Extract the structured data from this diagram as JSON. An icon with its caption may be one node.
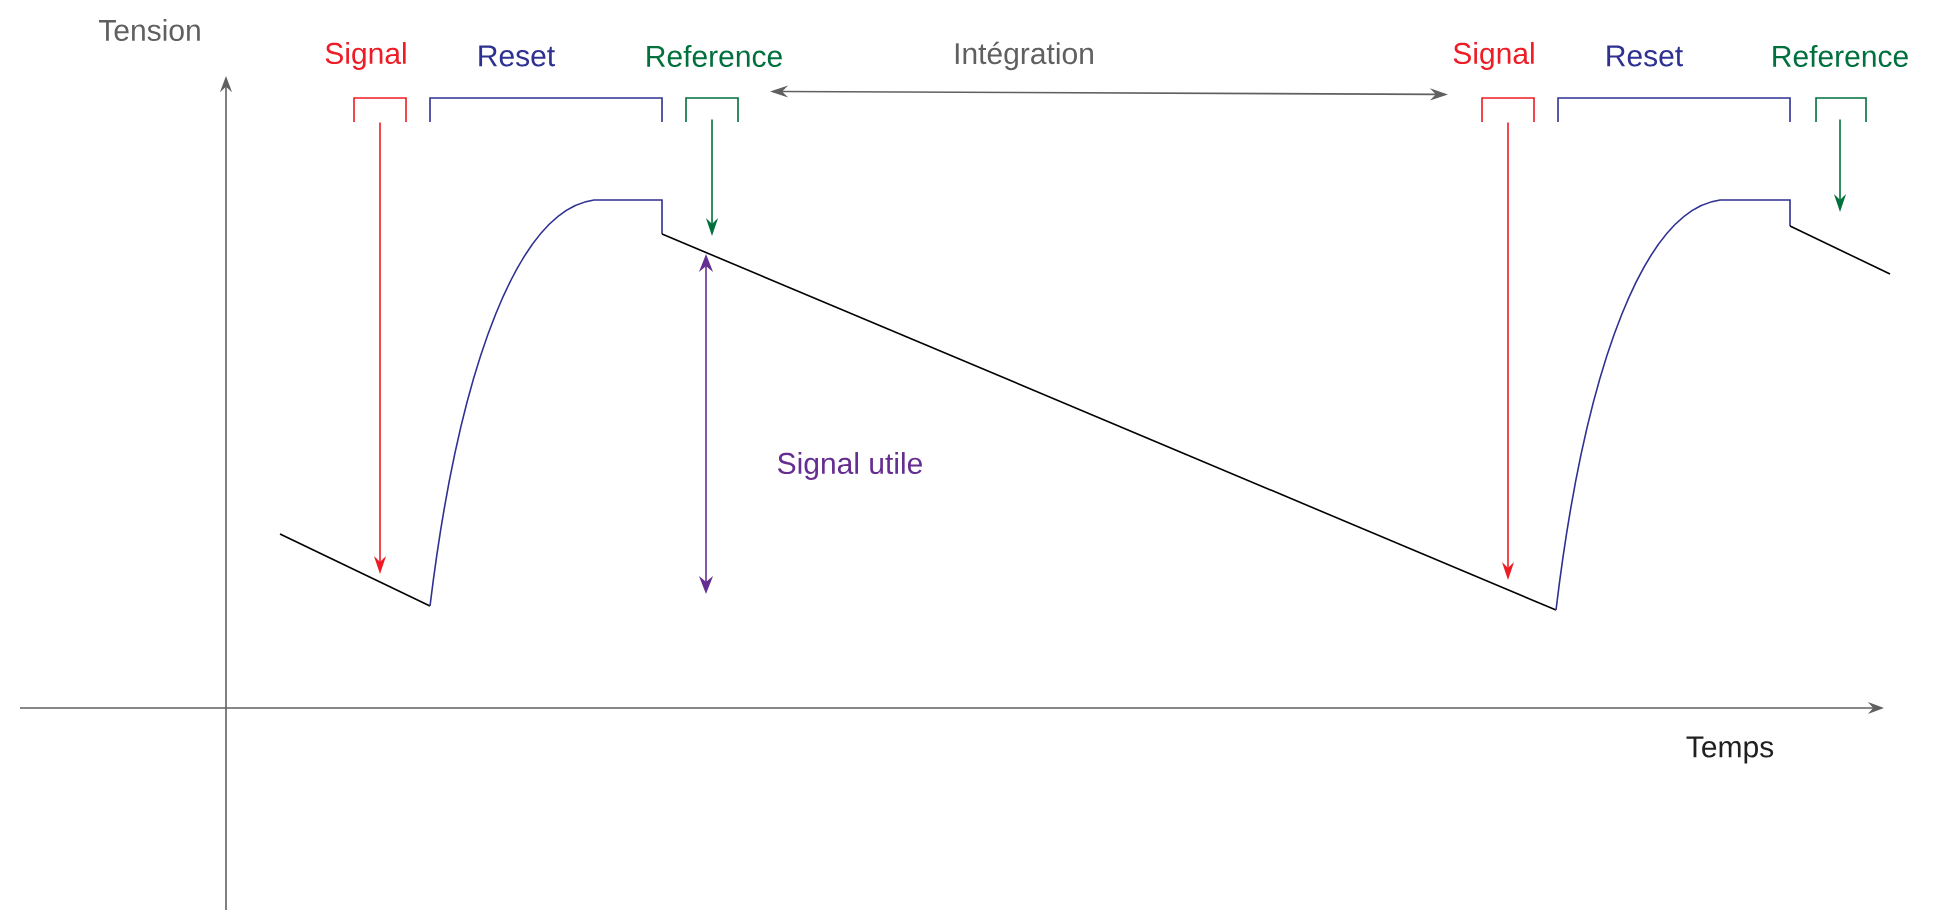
{
  "diagram": {
    "nodes": [
      {
        "text": [
          "Signal"
        ]
      },
      {
        "text": [
          "Reset"
        ]
      },
      {
        "text": [
          "Reference"
        ]
      },
      {
        "text": [
          "Signal"
        ]
      },
      {
        "text": [
          "Reset"
        ]
      },
      {
        "text": [
          "Reference"
        ]
      }
    ],
    "edges": [
      {
        "from": 0,
        "to": null,
        "arrow": "to",
        "color": "#ee1c25"
      },
      {
        "from": 2,
        "to": null,
        "arrow": "to",
        "color": "#00703c"
      },
      {
        "from": 3,
        "to": null,
        "arrow": "to",
        "color": "#ee1c25"
      },
      {
        "from": 5,
        "to": null,
        "arrow": "to",
        "color": "#00703c"
      },
      {
        "from": 2,
        "to": 3,
        "arrow": "both",
        "color": "#606062",
        "label": "Intégration"
      }
    ],
    "labels": [
      "Tension",
      "Signal utile",
      "Temps"
    ]
  }
}
